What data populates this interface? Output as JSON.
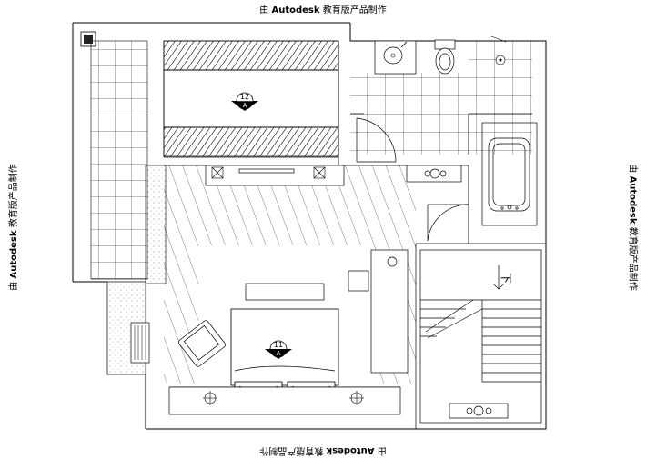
{
  "watermark": {
    "prefix": "由",
    "brand": "Autodesk",
    "suffix": "教育版产品制作"
  },
  "tags": {
    "north_room": {
      "number": "12",
      "sub": "A"
    },
    "bedroom": {
      "number": "11",
      "sub": "A"
    }
  },
  "stair": {
    "label": "下"
  },
  "colors": {
    "line": "#000000",
    "background": "#ffffff"
  }
}
